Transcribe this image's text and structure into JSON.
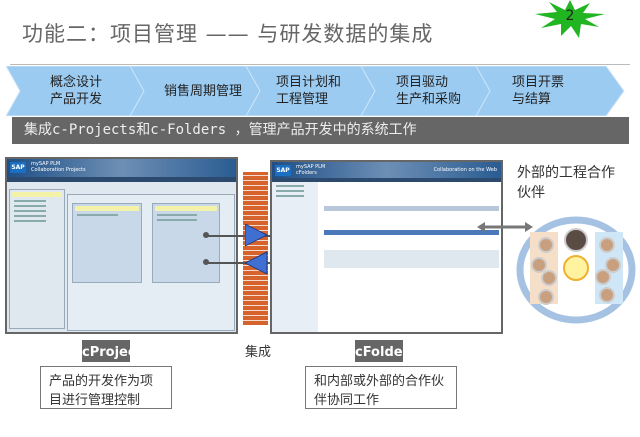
{
  "title": "功能二：项目管理 —— 与研发数据的集成",
  "badge": {
    "number": "2",
    "color": "#22b522"
  },
  "process_steps": [
    {
      "line1": "概念设计",
      "line2": "产品开发"
    },
    {
      "line1": "销售周期管理",
      "line2": ""
    },
    {
      "line1": "项目计划和",
      "line2": "工程管理"
    },
    {
      "line1": "项目驱动",
      "line2": "生产和采购"
    },
    {
      "line1": "项目开票",
      "line2": "与结算"
    }
  ],
  "banner": "集成c-Projects和c-Folders ，管理产品开发中的系统工作",
  "left_screen": {
    "logo": "SAP",
    "app": "mySAP PLM",
    "subtitle": "Collaboration Projects"
  },
  "right_screen": {
    "logo": "SAP",
    "app": "mySAP PLM",
    "subtitle": "cFolders",
    "header_right": "Collaboration on the Web"
  },
  "partners_label": "外部的工程合作伙伴",
  "integration_label": "集成",
  "cprojects": {
    "label": "cProjects",
    "description": "产品的开发作为项目进行管理控制"
  },
  "cfolders": {
    "label": "cFolders",
    "description": "和内部或外部的合作伙伴协同工作"
  },
  "colors": {
    "chevron": "#9ccbf2",
    "banner": "#666666",
    "wall": "#d6622c",
    "arrow": "#3f6fd1"
  }
}
